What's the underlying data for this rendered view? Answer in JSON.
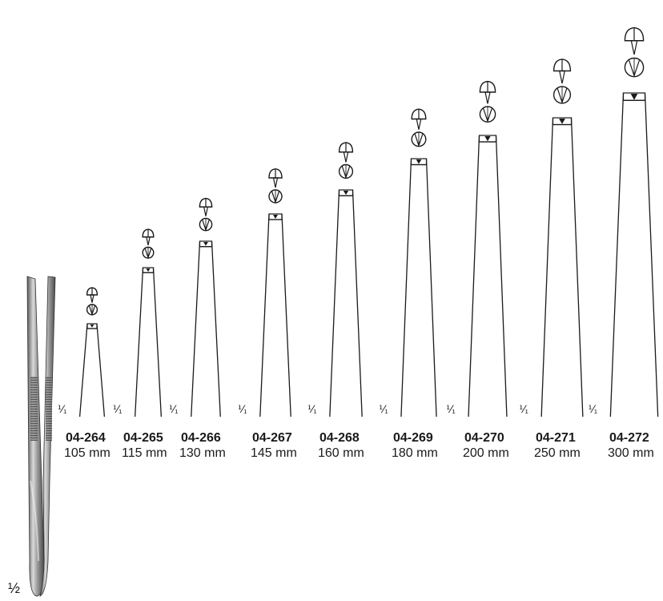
{
  "overview_scale": "½",
  "items": [
    {
      "code": "04-264",
      "length": "105 mm",
      "scale": "⅟₁"
    },
    {
      "code": "04-265",
      "length": "115 mm",
      "scale": "⅟₁"
    },
    {
      "code": "04-266",
      "length": "130 mm",
      "scale": "⅟₁"
    },
    {
      "code": "04-267",
      "length": "145 mm",
      "scale": "⅟₁"
    },
    {
      "code": "04-268",
      "length": "160 mm",
      "scale": "⅟₁"
    },
    {
      "code": "04-269",
      "length": "180 mm",
      "scale": "⅟₁"
    },
    {
      "code": "04-270",
      "length": "200 mm",
      "scale": "⅟₁"
    },
    {
      "code": "04-271",
      "length": "250 mm",
      "scale": "⅟₁"
    },
    {
      "code": "04-272",
      "length": "300 mm",
      "scale": "⅟₁"
    }
  ],
  "colors": {
    "line": "#1a1a1a",
    "metal_dark": "#6e6e6e",
    "metal_light": "#d8d8d8"
  }
}
